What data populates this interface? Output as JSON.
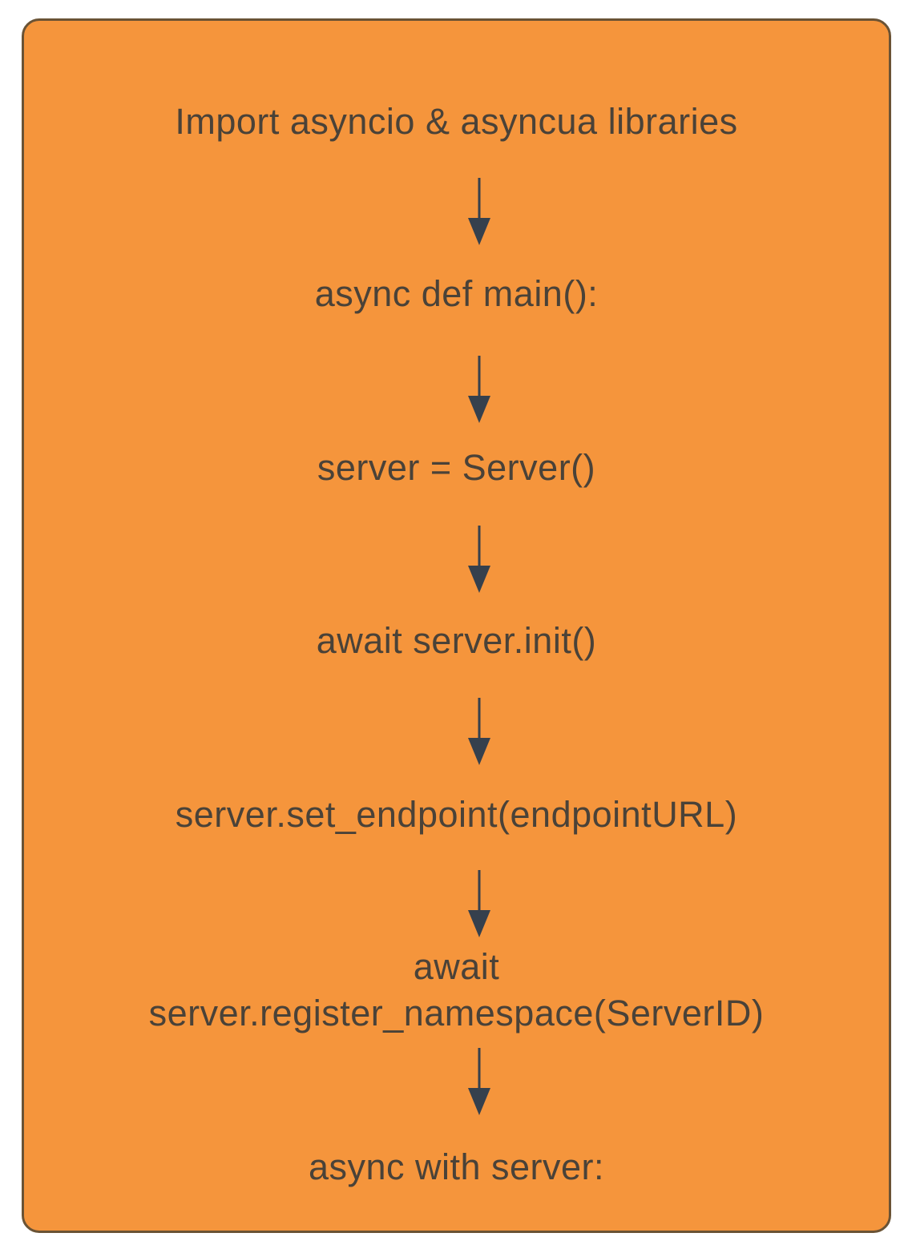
{
  "diagram": {
    "type": "flowchart",
    "direction": "top-down",
    "colors": {
      "page": "#ffffff",
      "box": "#f5953c",
      "border": "#6a5335",
      "text": "#4a4238",
      "arrow": "#35404d"
    },
    "nodes": [
      {
        "label": "Import asyncio & asyncua libraries"
      },
      {
        "label": "async def main():"
      },
      {
        "label": "server = Server()"
      },
      {
        "label": "await server.init()"
      },
      {
        "label": "server.set_endpoint(endpointURL)"
      },
      {
        "label": "await\nserver.register_namespace(ServerID)"
      },
      {
        "label": "async with server:"
      }
    ],
    "connector_icon": "arrow-down-icon",
    "connector_count": 6
  }
}
